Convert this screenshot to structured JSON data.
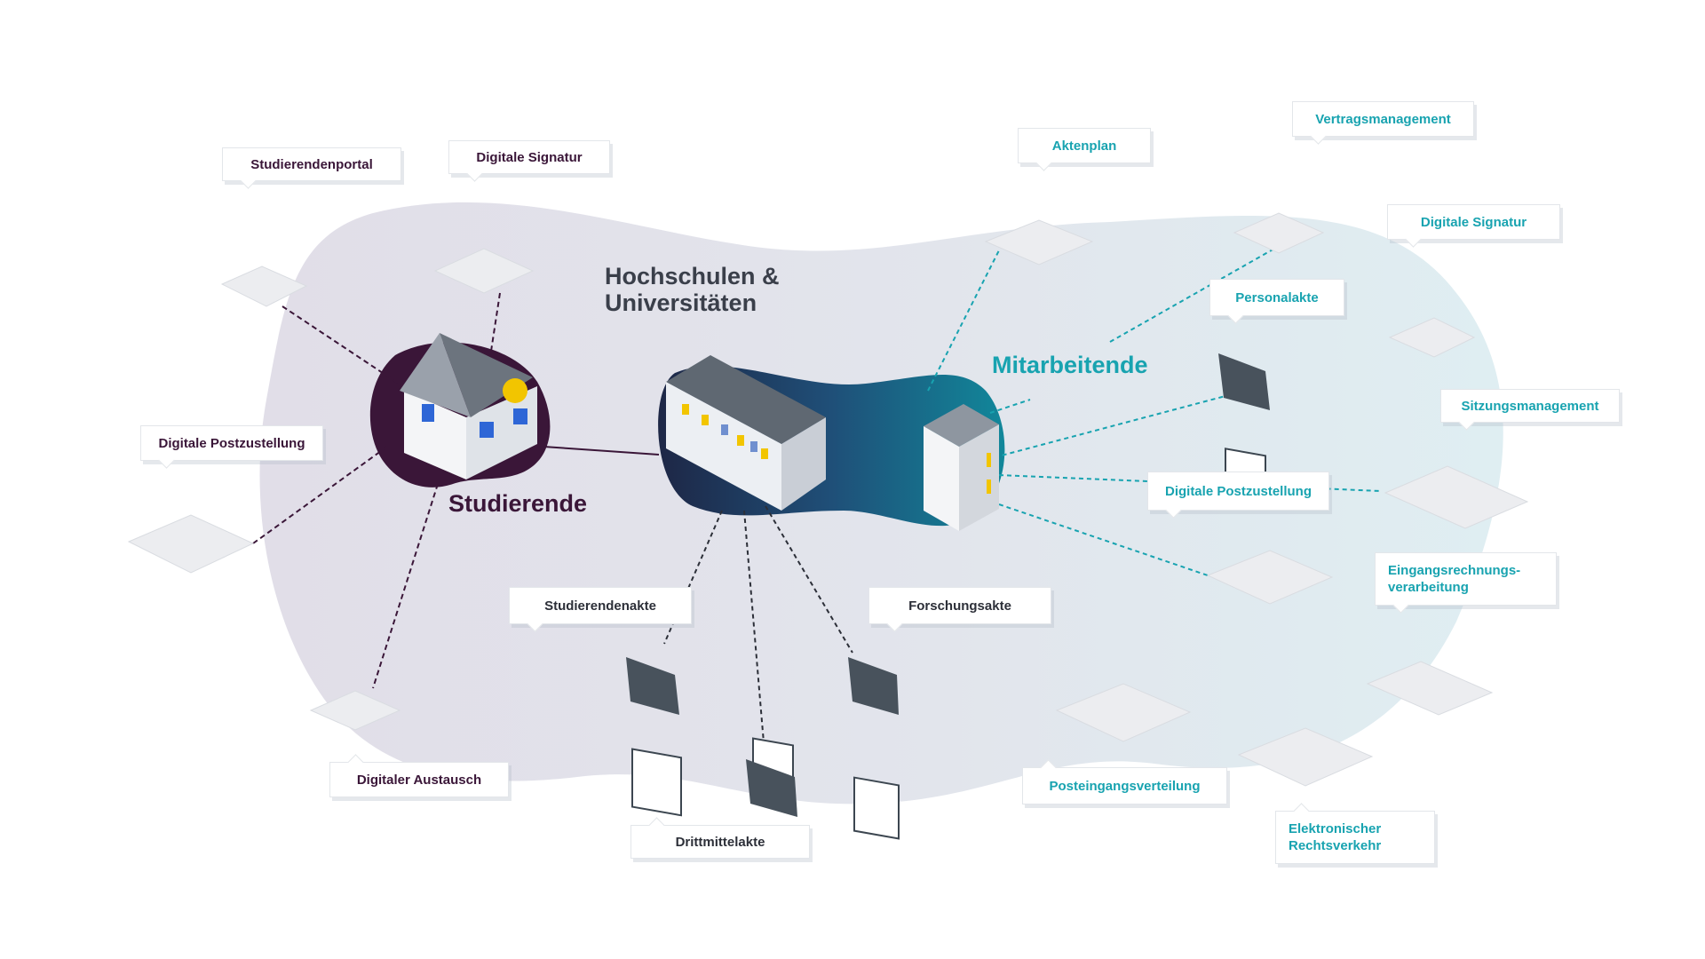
{
  "colors": {
    "student": "#3a1638",
    "staff": "#18a3b0",
    "central": "#1f3f66",
    "blob_left": "#e2e0e8",
    "blob_right": "#e1eef2"
  },
  "groups": {
    "hub": "Hochschulen &\nUniversitäten",
    "student": "Studierende",
    "staff": "Mitarbeitende"
  },
  "student_items": {
    "portal": "Studierendenportal",
    "signature": "Digitale Signatur",
    "post": "Digitale Postzustellung",
    "exchange": "Digitaler Austausch"
  },
  "file_items": {
    "student_file": "Studierendenakte",
    "research_file": "Forschungsakte",
    "third_party_file": "Drittmittelakte"
  },
  "staff_items": {
    "file_plan": "Aktenplan",
    "contracts": "Vertragsmanagement",
    "signature": "Digitale Signatur",
    "personnel": "Personalakte",
    "meetings": "Sitzungsmanagement",
    "post": "Digitale Postzustellung",
    "invoices": "Eingangsrechnungs-\nverarbeitung",
    "inbox": "Posteingangsverteilung",
    "legal": "Elektronischer\nRechtsverkehr"
  }
}
